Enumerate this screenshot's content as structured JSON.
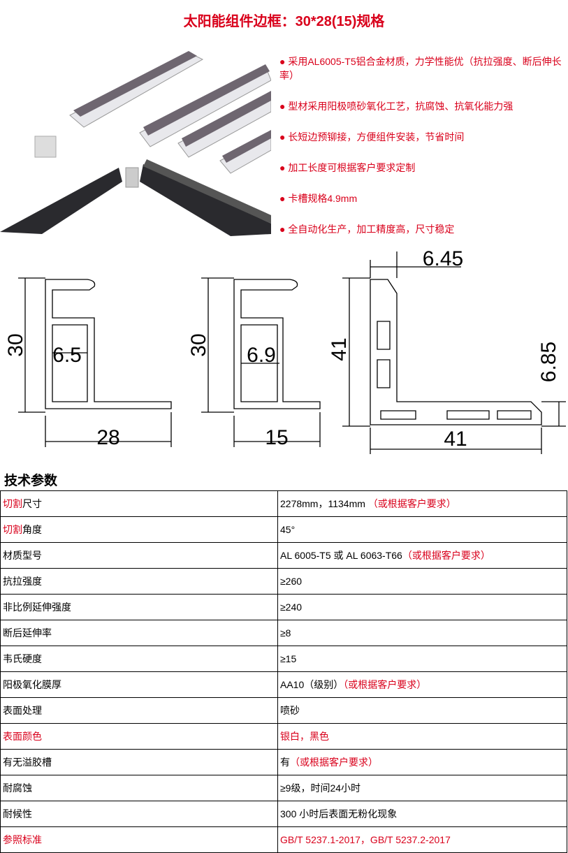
{
  "title": "太阳能组件边框：30*28(15)规格",
  "features": [
    "● 采用AL6005-T5铝合金材质，力学性能优（抗拉强度、断后伸长率）",
    "● 型材采用阳极喷砂氧化工艺，抗腐蚀、抗氧化能力强",
    "● 长短边预铆接，方便组件安装，节省时间",
    "● 加工长度可根据客户要求定制",
    "● 卡槽规格4.9mm",
    "● 全自动化生产，加工精度高，尺寸稳定"
  ],
  "drawings": {
    "p1": {
      "height": "30",
      "slot": "6.5",
      "width": "28"
    },
    "p2": {
      "height": "30",
      "slot": "6.9",
      "width": "15"
    },
    "p3": {
      "height": "41",
      "top": "6.45",
      "side": "6.85",
      "width": "41"
    }
  },
  "section_title": "技术参数",
  "accent": "#d9001b",
  "specs": [
    {
      "label": [
        [
          "切割",
          1
        ],
        [
          "尺寸",
          0
        ]
      ],
      "value": [
        [
          "2278mm，1134mm ",
          0
        ],
        [
          "（或根据客户要求）",
          1
        ]
      ]
    },
    {
      "label": [
        [
          "切割",
          1
        ],
        [
          "角度",
          0
        ]
      ],
      "value": [
        [
          "45°",
          0
        ]
      ]
    },
    {
      "label": [
        [
          "材质型号",
          0
        ]
      ],
      "value": [
        [
          "AL 6005-T5 或 AL 6063-T66",
          0
        ],
        [
          "（或根据客户要求）",
          1
        ]
      ]
    },
    {
      "label": [
        [
          "抗拉强度",
          0
        ]
      ],
      "value": [
        [
          "≥260",
          0
        ]
      ]
    },
    {
      "label": [
        [
          "非比例延伸强度",
          0
        ]
      ],
      "value": [
        [
          "≥240",
          0
        ]
      ]
    },
    {
      "label": [
        [
          "断后延伸率",
          0
        ]
      ],
      "value": [
        [
          "≥8",
          0
        ]
      ]
    },
    {
      "label": [
        [
          "韦氏硬度",
          0
        ]
      ],
      "value": [
        [
          "≥15",
          0
        ]
      ]
    },
    {
      "label": [
        [
          "阳极氧化膜厚",
          0
        ]
      ],
      "value": [
        [
          "AA10（级别）",
          0
        ],
        [
          "（或根据客户要求）",
          1
        ]
      ]
    },
    {
      "label": [
        [
          "表面处理",
          0
        ]
      ],
      "value": [
        [
          "喷砂",
          0
        ]
      ]
    },
    {
      "label": [
        [
          "表面颜色",
          1
        ]
      ],
      "value": [
        [
          "银白，黑色",
          1
        ]
      ]
    },
    {
      "label": [
        [
          "有无溢胶槽",
          0
        ]
      ],
      "value": [
        [
          "有",
          0
        ],
        [
          "（或根据客户要求）",
          1
        ]
      ]
    },
    {
      "label": [
        [
          "耐腐蚀",
          0
        ]
      ],
      "value": [
        [
          "≥9级，时间24小时",
          0
        ]
      ]
    },
    {
      "label": [
        [
          "耐候性",
          0
        ]
      ],
      "value": [
        [
          "300 小时后表面无粉化现象",
          0
        ]
      ]
    },
    {
      "label": [
        [
          "参照标准",
          1
        ]
      ],
      "value": [
        [
          "GB/T 5237.1-2017，GB/T 5237.2-2017",
          1
        ]
      ]
    }
  ]
}
